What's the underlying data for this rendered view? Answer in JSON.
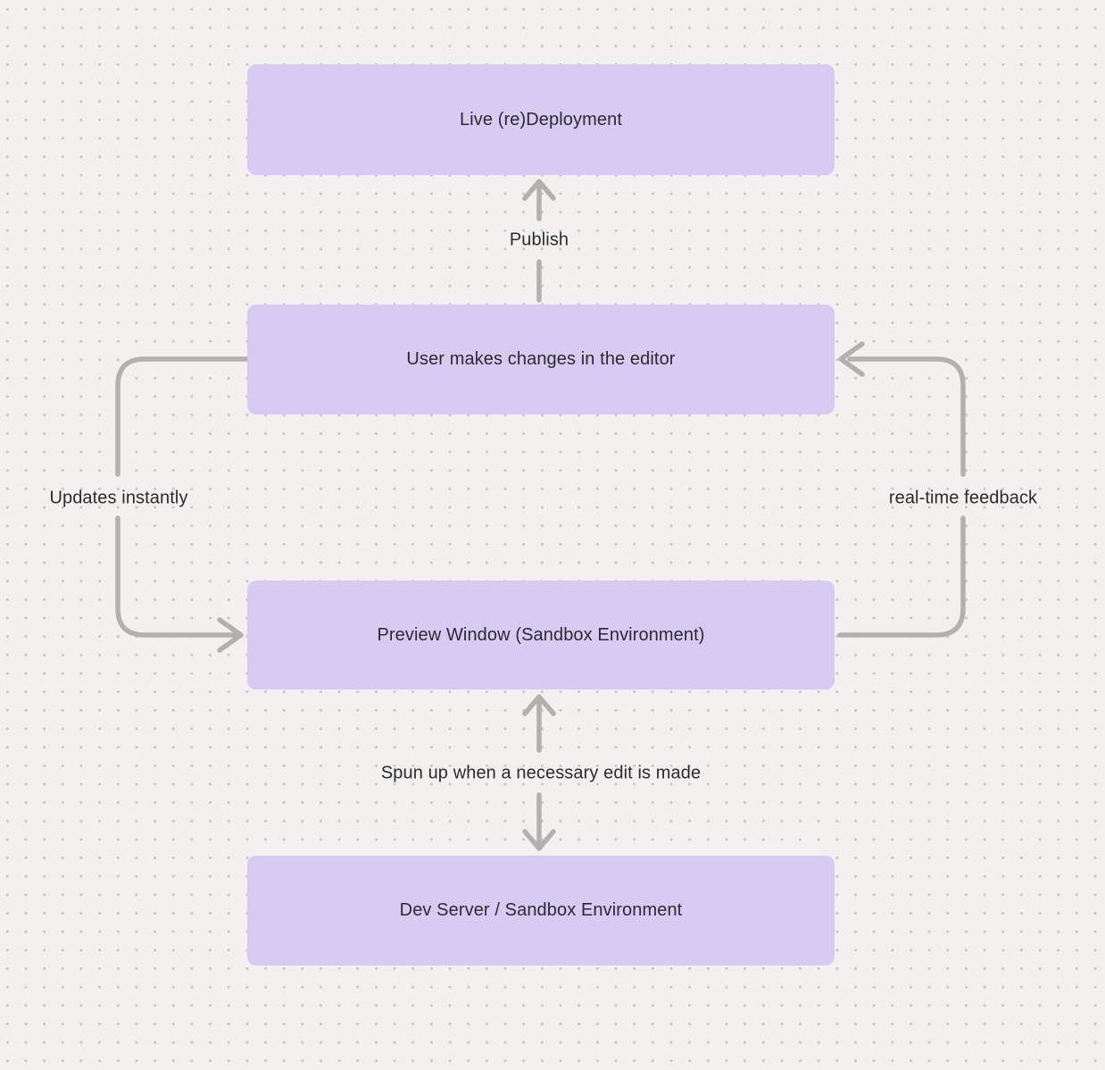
{
  "diagram": {
    "colors": {
      "background": "#f2f1ef",
      "dot": "#c8c6c4",
      "node_fill": "#d7cbf4",
      "arrow": "#b3b1ae",
      "text": "#2b2a2e"
    },
    "nodes": [
      {
        "id": "live-redeployment",
        "label": "Live (re)Deployment"
      },
      {
        "id": "user-editor",
        "label": "User makes changes in the editor"
      },
      {
        "id": "preview-window",
        "label": "Preview Window (Sandbox Environment)"
      },
      {
        "id": "dev-server",
        "label": "Dev Server / Sandbox Environment"
      }
    ],
    "edges": [
      {
        "id": "publish",
        "label": "Publish",
        "from": "user-editor",
        "to": "live-redeployment"
      },
      {
        "id": "updates-instantly",
        "label": "Updates instantly",
        "from": "user-editor",
        "to": "preview-window"
      },
      {
        "id": "real-time-feedback",
        "label": "real-time feedback",
        "from": "preview-window",
        "to": "user-editor"
      },
      {
        "id": "spun-up",
        "label": "Spun up when a necessary edit is made",
        "from": "preview-window",
        "to": "dev-server"
      }
    ]
  }
}
